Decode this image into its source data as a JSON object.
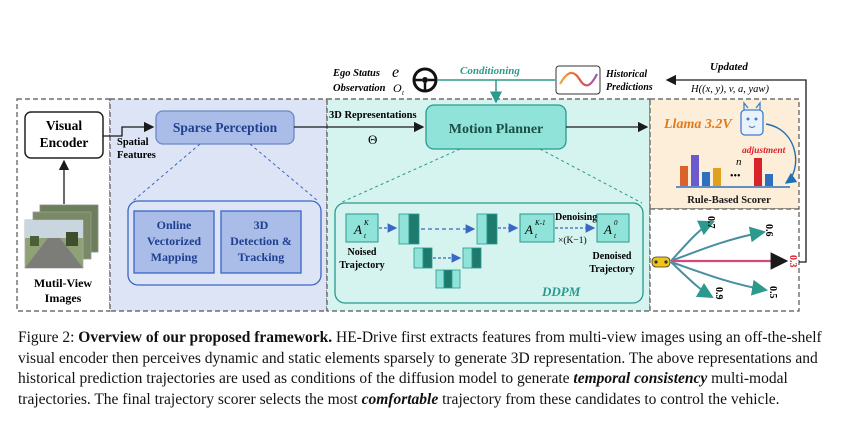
{
  "diagram": {
    "ego_status_label": "Ego Status",
    "ego_status_symbol": "e",
    "observation_label": "Observation",
    "observation_symbol": "O",
    "observation_subscript": "t",
    "conditioning_label": "Conditioning",
    "historical_predictions_label_1": "Historical",
    "historical_predictions_label_2": "Predictions",
    "updated_label": "Updated",
    "history_formula": "H((x, y), v, a, yaw)",
    "visual_encoder_label_1": "Visual",
    "visual_encoder_label_2": "Encoder",
    "spatial_features_label_1": "Spatial",
    "spatial_features_label_2": "Features",
    "sparse_perception_label": "Sparse Perception",
    "representations_label": "3D Representations",
    "theta_symbol": "Θ",
    "motion_planner_label": "Motion Planner",
    "llama_label": "Llama 3.2V",
    "adjustment_label": "adjustment",
    "n_label": "n",
    "dots_label": "•••",
    "rule_based_scorer_label": "Rule-Based Scorer",
    "images_label_1": "Mutil-View",
    "images_label_2": "Images",
    "online_mapping_label_1": "Online",
    "online_mapping_label_2": "Vectorized",
    "online_mapping_label_3": "Mapping",
    "detection_label_1": "3D",
    "detection_label_2": "Detection &",
    "detection_label_3": "Tracking",
    "noised_symbol": "A",
    "noised_sup": "K",
    "noised_sub": "t",
    "noised_label_1": "Noised",
    "noised_label_2": "Trajectory",
    "mid_symbol": "A",
    "mid_sup": "K-1",
    "mid_sub": "t",
    "denoising_label": "Denoising",
    "denoising_factor": "×(K−1)",
    "denoised_symbol": "A",
    "denoised_sup": "0",
    "denoised_sub": "t",
    "denoised_label_1": "Denoised",
    "denoised_label_2": "Trajectory",
    "ddpm_label": "DDPM",
    "scores": [
      "0.7",
      "0.6",
      "0.3",
      "0.5",
      "0.9"
    ]
  },
  "colors": {
    "perception_bg": "#dde4f5",
    "perception_box": "#a9bde8",
    "planner_bg": "#d5f3ef",
    "planner_box": "#8fe3d8",
    "scorer_bg": "#fdeed9",
    "teal": "#2a9a8c",
    "red": "#d9232b"
  },
  "caption": {
    "figure_label": "Figure 2:",
    "heading": "Overview of our proposed framework.",
    "text_1": "HE-Drive first extracts features from multi-view images using an off-the-shelf visual encoder then perceives dynamic and static elements sparsely to generate 3D representation. The above representations and historical prediction trajectories are used as conditions of the diffusion model to generate",
    "emph_1": "temporal consistency",
    "text_2": "multi-modal trajectories. The final trajectory scorer selects the most",
    "emph_2": "comfortable",
    "text_3": "trajectory from these candidates to control the vehicle."
  }
}
